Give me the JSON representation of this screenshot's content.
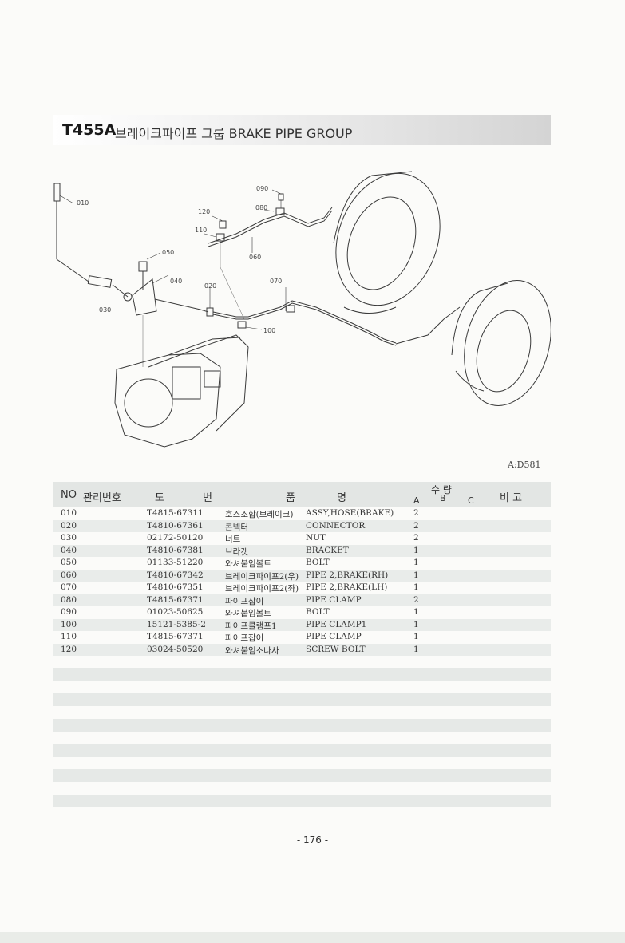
{
  "title": {
    "code": "T455A",
    "text": "브레이크파이프 그룹  BRAKE PIPE GROUP"
  },
  "diagram": {
    "reference": "A:D581",
    "callouts": [
      "010",
      "020",
      "030",
      "040",
      "050",
      "060",
      "070",
      "080",
      "090",
      "100",
      "110",
      "120"
    ]
  },
  "table": {
    "headers": {
      "no": "NO",
      "mgmt": "관리번호",
      "drawing_1": "도",
      "drawing_2": "번",
      "name_1": "품",
      "name_2": "명",
      "qty": "수 량",
      "qty_a": "A",
      "qty_b": "B",
      "qty_c": "C",
      "remarks": "비 고"
    },
    "rows": [
      {
        "no": "010",
        "part": "T4815-67311",
        "kr": "호스조합(브레이크)",
        "en": "ASSY,HOSE(BRAKE)",
        "qa": "2"
      },
      {
        "no": "020",
        "part": "T4810-67361",
        "kr": "콘넥터",
        "en": "CONNECTOR",
        "qa": "2"
      },
      {
        "no": "030",
        "part": "02172-50120",
        "kr": "너트",
        "en": "NUT",
        "qa": "2"
      },
      {
        "no": "040",
        "part": "T4810-67381",
        "kr": "브라켓",
        "en": "BRACKET",
        "qa": "1"
      },
      {
        "no": "050",
        "part": "01133-51220",
        "kr": "와셔붙임볼트",
        "en": "BOLT",
        "qa": "1"
      },
      {
        "no": "060",
        "part": "T4810-67342",
        "kr": "브레이크파이프2(우)",
        "en": "PIPE 2,BRAKE(RH)",
        "qa": "1"
      },
      {
        "no": "070",
        "part": "T4810-67351",
        "kr": "브레이크파이프2(좌)",
        "en": "PIPE 2,BRAKE(LH)",
        "qa": "1"
      },
      {
        "no": "080",
        "part": "T4815-67371",
        "kr": "파이프잡이",
        "en": "PIPE CLAMP",
        "qa": "2"
      },
      {
        "no": "090",
        "part": "01023-50625",
        "kr": "와셔붙임볼트",
        "en": "BOLT",
        "qa": "1"
      },
      {
        "no": "100",
        "part": "15121-5385-2",
        "kr": "파이프클램프1",
        "en": "PIPE CLAMP1",
        "qa": "1"
      },
      {
        "no": "110",
        "part": "T4815-67371",
        "kr": "파이프잡이",
        "en": "PIPE CLAMP",
        "qa": "1"
      },
      {
        "no": "120",
        "part": "03024-50520",
        "kr": "와셔붙임소나사",
        "en": "SCREW BOLT",
        "qa": "1"
      }
    ]
  },
  "page_number": "- 176 -"
}
